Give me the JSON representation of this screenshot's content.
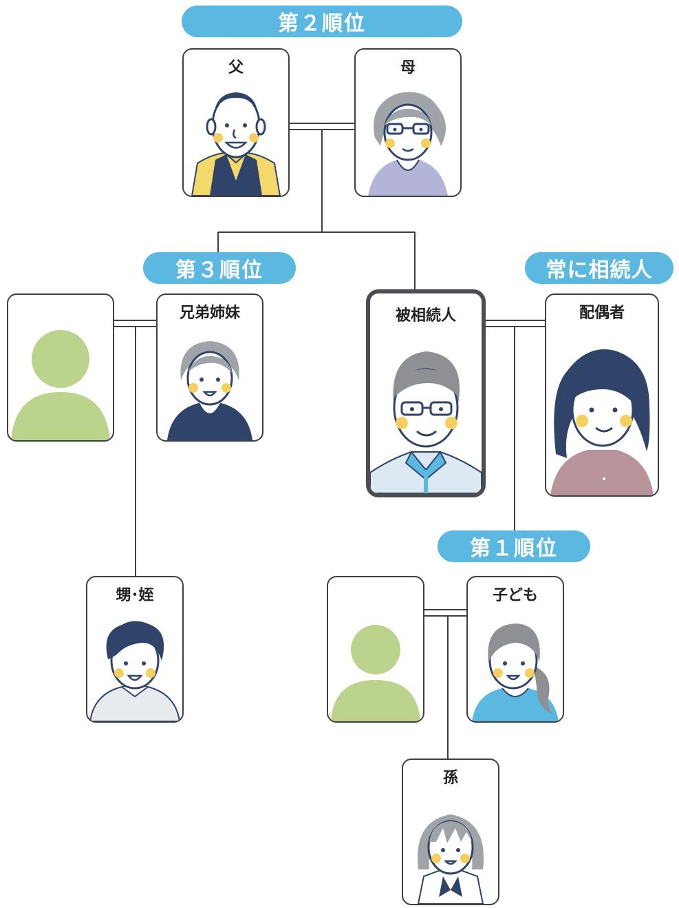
{
  "colors": {
    "pill": "#5bb8e0",
    "line": "#3d3f45",
    "placeholder": "#bcd38b",
    "cheek": "#f5d060",
    "navy": "#2f4468"
  },
  "pills": {
    "second": "第２順位",
    "third": "第３順位",
    "always": "常に相続人",
    "first": "第１順位"
  },
  "people": {
    "father": "父",
    "mother": "母",
    "siblings": "兄弟姉妹",
    "deceased": "被相続人",
    "spouse": "配偶者",
    "nephew_niece": "甥･姪",
    "child": "子ども",
    "grandchild": "孫"
  }
}
